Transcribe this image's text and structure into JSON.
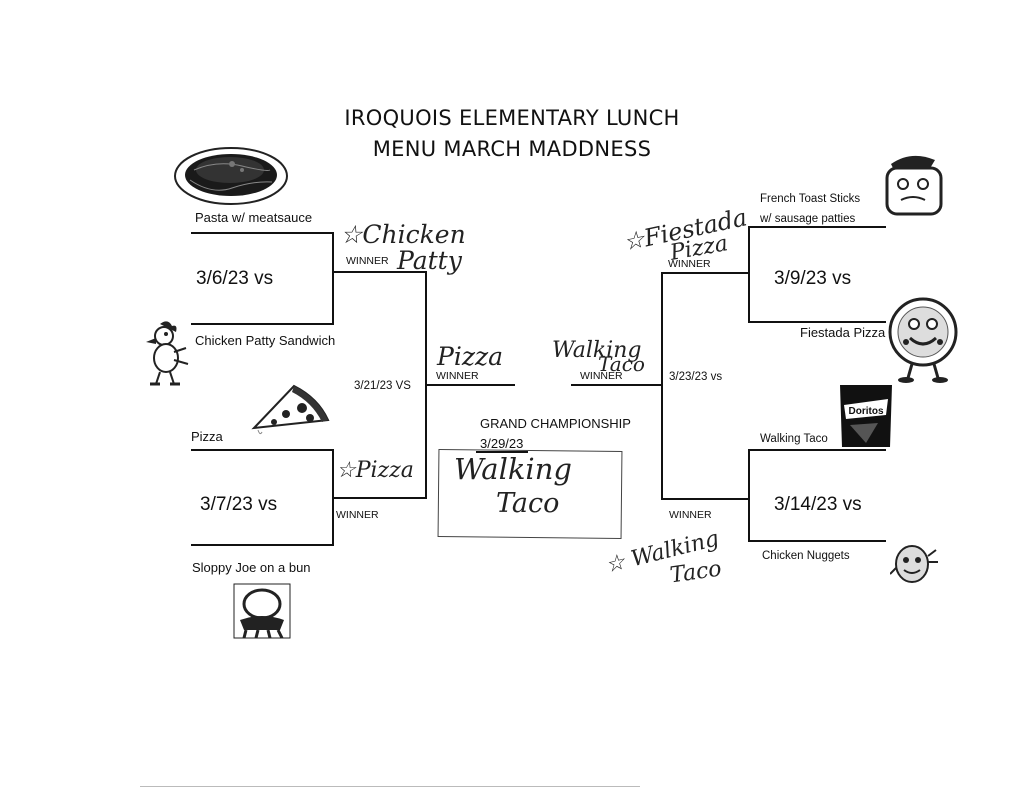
{
  "title": {
    "line1": "IROQUOIS ELEMENTARY LUNCH",
    "line2": "MENU MARCH MADDNESS"
  },
  "left": {
    "m1": {
      "top": "Pasta w/ meatsauce",
      "date": "3/6/23 vs",
      "bottom": "Chicken Patty Sandwich",
      "winner_label": "WINNER",
      "winner_hand_1": "☆Chicken",
      "winner_hand_2": "Patty"
    },
    "m2": {
      "top": "Pizza",
      "date": "3/7/23 vs",
      "bottom": "Sloppy Joe on a bun",
      "winner_label": "WINNER",
      "winner_hand": "☆Pizza"
    },
    "semi": {
      "date": "3/21/23 VS",
      "winner_label": "WINNER",
      "winner_hand": "Pizza"
    }
  },
  "right": {
    "m1": {
      "top_1": "French Toast Sticks",
      "top_2": "w/ sausage patties",
      "date": "3/9/23 vs",
      "bottom": "Fiestada Pizza",
      "winner_label": "WINNER",
      "winner_hand_1": "☆Fiestada",
      "winner_hand_2": "Pizza"
    },
    "m2": {
      "top": "Walking Taco",
      "date": "3/14/23 vs",
      "bottom": "Chicken Nuggets",
      "winner_label": "WINNER",
      "winner_hand_1": "☆ Walking",
      "winner_hand_2": "Taco"
    },
    "semi": {
      "date": "3/23/23 vs",
      "winner_label": "WINNER",
      "winner_hand_1": "Walking",
      "winner_hand_2": "Taco"
    }
  },
  "championship": {
    "label": "GRAND CHAMPIONSHIP",
    "date": "3/29/23",
    "winner_hand_1": "Walking",
    "winner_hand_2": "Taco"
  },
  "icons": {
    "pasta": "spaghetti-plate-icon",
    "chicken": "chicken-character-icon",
    "pizza": "pizza-slice-icon",
    "sloppy": "sloppy-joe-icon",
    "toast": "french-toast-character-icon",
    "fiestada": "fiestada-pizza-character-icon",
    "doritos": "doritos-bag-icon",
    "nugget": "chicken-nugget-character-icon"
  }
}
